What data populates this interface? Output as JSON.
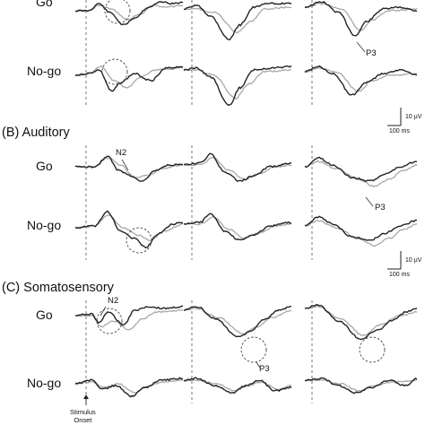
{
  "sections": [
    {
      "key": "visual",
      "title": ""
    },
    {
      "key": "auditory",
      "title": "(B) Auditory"
    },
    {
      "key": "somatosensory",
      "title": "(C) Somatosensory"
    }
  ],
  "conditions": {
    "go": "Go",
    "nogo": "No-go"
  },
  "component_labels": {
    "n2": "N2",
    "p3": "P3"
  },
  "scale_bar": {
    "amplitude": "10 µV",
    "time": "100 ms"
  },
  "stimulus_onset": {
    "line1": "Stimulus",
    "line2": "Onset"
  },
  "traces": {
    "dark_color": "#222222",
    "light_color": "#a8a8a8"
  }
}
